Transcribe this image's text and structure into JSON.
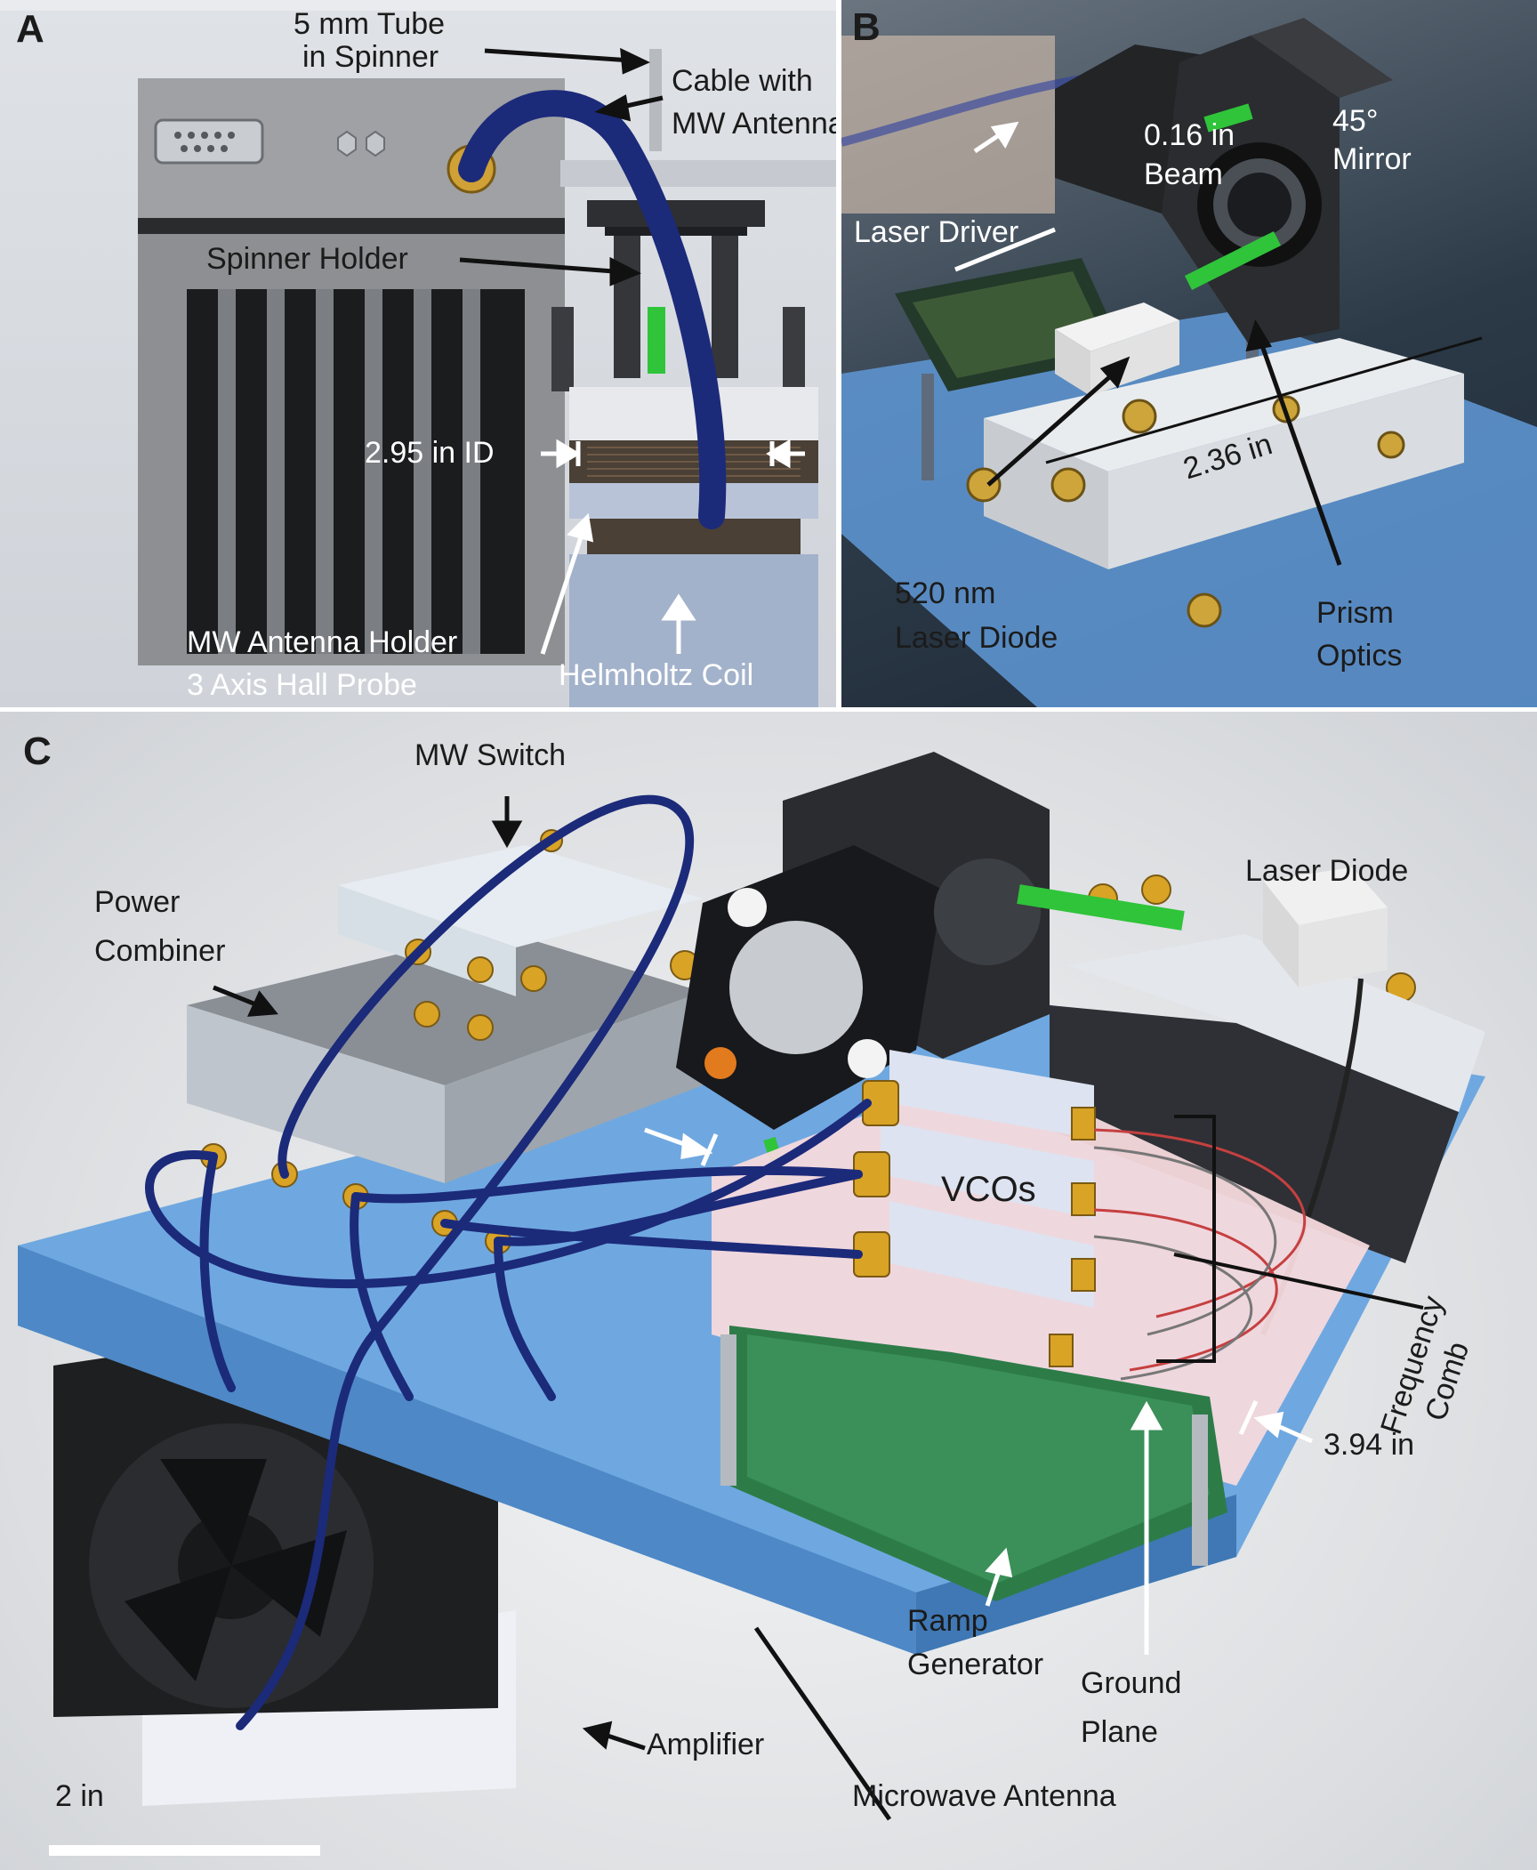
{
  "panels": {
    "a": {
      "letter": "A",
      "tube_label_1": "5 mm Tube",
      "tube_label_2": "in Spinner",
      "cable_label_1": "Cable with",
      "cable_label_2": "MW Antenna",
      "spinner_holder": "Spinner Holder",
      "id_label": "2.95 in ID",
      "mw_holder": "MW Antenna Holder",
      "hall_probe": "3 Axis Hall Probe",
      "helmholtz": "Helmholtz Coil"
    },
    "b": {
      "letter": "B",
      "beam_1": "0.16 in",
      "beam_2": "Beam",
      "mirror_1": "45°",
      "mirror_2": "Mirror",
      "laser_driver": "Laser Driver",
      "length": "2.36 in",
      "diode_1": "520 nm",
      "diode_2": "Laser Diode",
      "prism_1": "Prism",
      "prism_2": "Optics"
    },
    "c": {
      "letter": "C",
      "mw_switch": "MW Switch",
      "power_1": "Power",
      "power_2": "Combiner",
      "laser_diode": "Laser Diode",
      "vcos": "VCOs",
      "freq_1": "Frequency",
      "freq_2": "Comb",
      "width": "3.94 in",
      "ramp_1": "Ramp",
      "ramp_2": "Generator",
      "ground_1": "Ground",
      "ground_2": "Plane",
      "amplifier": "Amplifier",
      "antenna": "Microwave Antenna",
      "scale": "2 in"
    }
  },
  "colors": {
    "accent_green": "#2fc43a",
    "cable_blue": "#1c2a7a",
    "plate_blue": "#6fa8e0",
    "gold": "#d9a326"
  }
}
